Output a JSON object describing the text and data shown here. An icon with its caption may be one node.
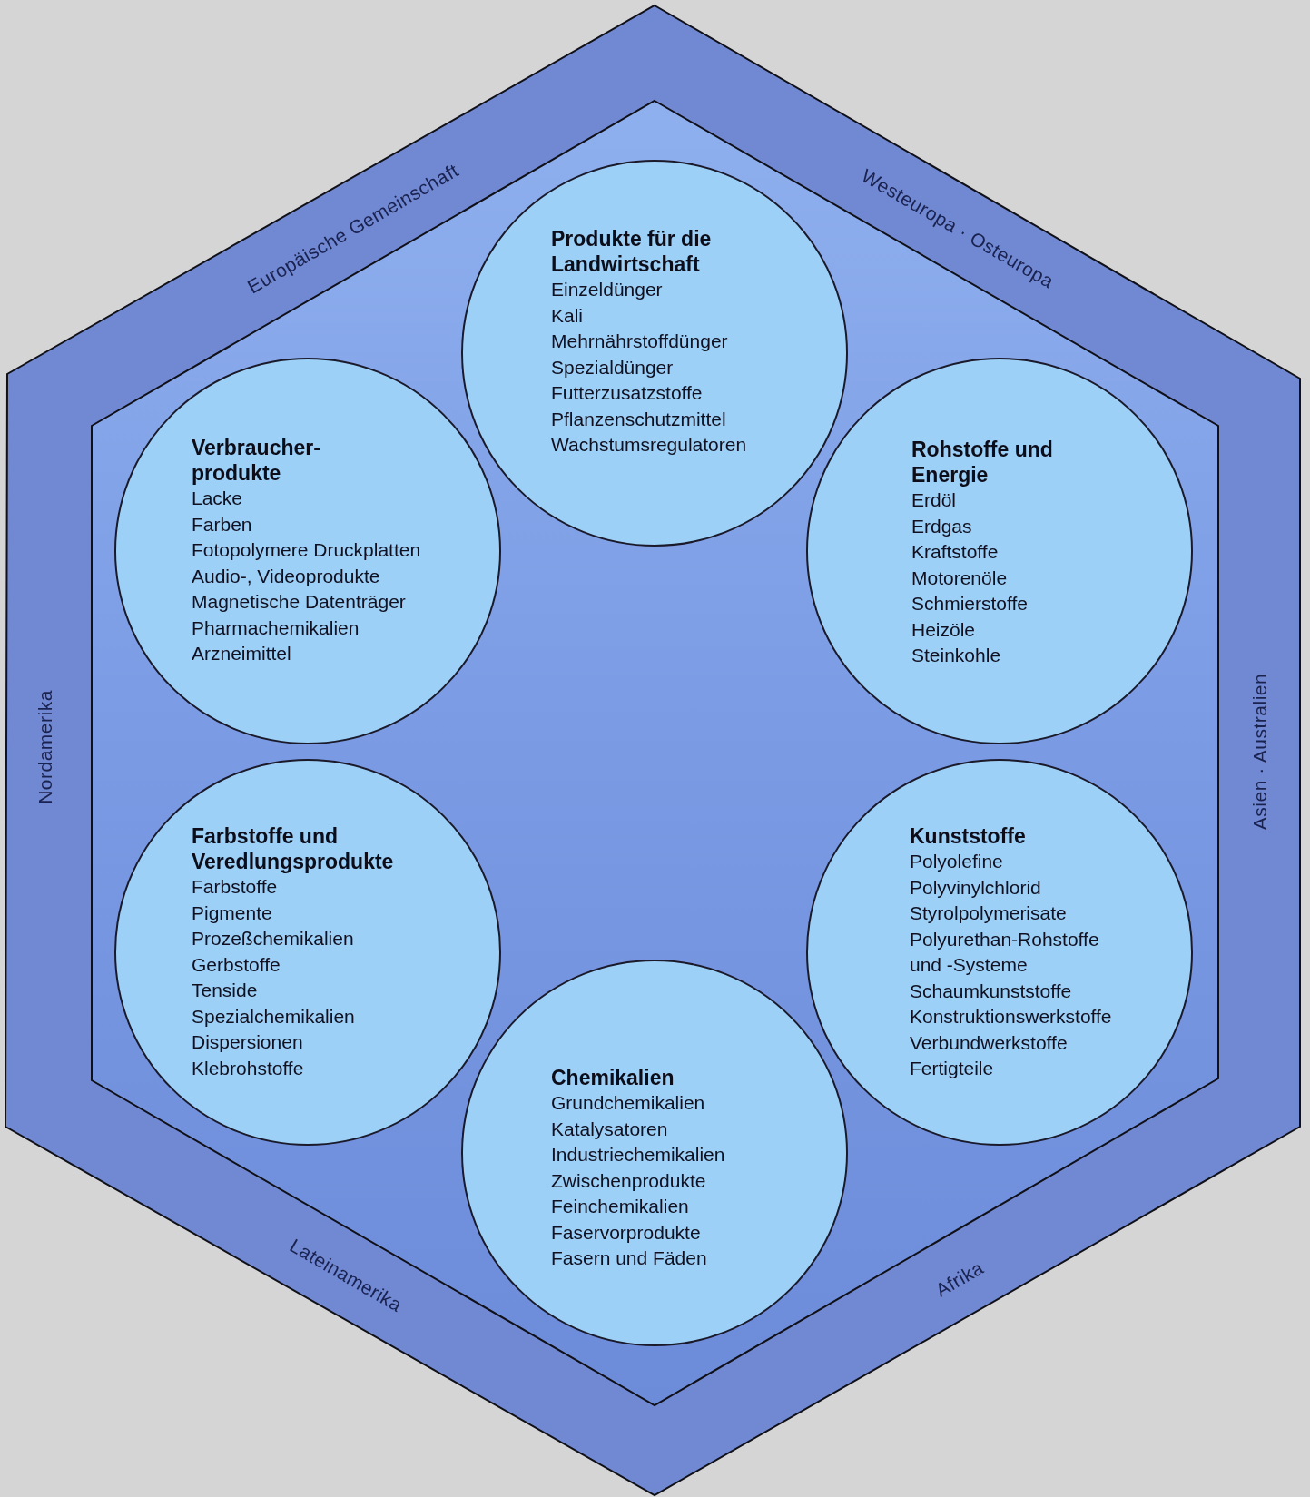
{
  "diagram": {
    "nodes": [
      {
        "text": [
          "Europäische Gemeinschaft",
          "Westeuropa · Osteuropa",
          "Nordamerika",
          "Asien · Australien",
          "Lateinamerika",
          "Afrika"
        ]
      },
      {
        "text": [],
        "shape": "hexagon",
        "in": 0
      },
      {
        "text": [
          "Produkte für die Landwirtschaft",
          "Einzeldünger",
          "Kali",
          "Mehrnährstoffdünger",
          "Spezialdünger",
          "Futterzusatzstoffe",
          "Pflanzenschutzmittel",
          "Wachstumsregulatoren"
        ],
        "in": 1
      },
      {
        "text": [
          "Verbraucher- produkte",
          "Lacke",
          "Farben",
          "Fotopolymere Druckplatten",
          "Audio-, Videoprodukte",
          "Magnetische Datenträger",
          "Pharmachemikalien",
          "Arzneimittel"
        ],
        "in": 1
      },
      {
        "text": [
          "Rohstoffe und Energie",
          "Erdöl",
          "Erdgas",
          "Kraftstoffe",
          "Motorenöle",
          "Schmierstoffe",
          "Heizöle",
          "Steinkohle"
        ],
        "in": 1
      },
      {
        "text": [
          "Farbstoffe und Veredlungsprodukte",
          "Farbstoffe",
          "Pigmente",
          "Prozeßchemikalien",
          "Gerbstoffe",
          "Tenside",
          "Spezialchemikalien",
          "Dispersionen",
          "Klebrohstoffe"
        ],
        "in": 1
      },
      {
        "text": [
          "Kunststoffe",
          "Polyolefine",
          "Polyvinylchlorid",
          "Styrolpolymerisate",
          "Polyurethan-Rohstoffe",
          "und -Systeme",
          "Schaumkunststoffe",
          "Konstruktionswerkstoffe",
          "Verbundwerkstoffe",
          "Fertigteile"
        ],
        "in": 1
      },
      {
        "text": [
          "Chemikalien",
          "Grundchemikalien",
          "Katalysatoren",
          "Industriechemikalien",
          "Zwischenprodukte",
          "Feinchemikalien",
          "Faservorprodukte",
          "Fasern und Fäden"
        ],
        "in": 1
      }
    ]
  }
}
